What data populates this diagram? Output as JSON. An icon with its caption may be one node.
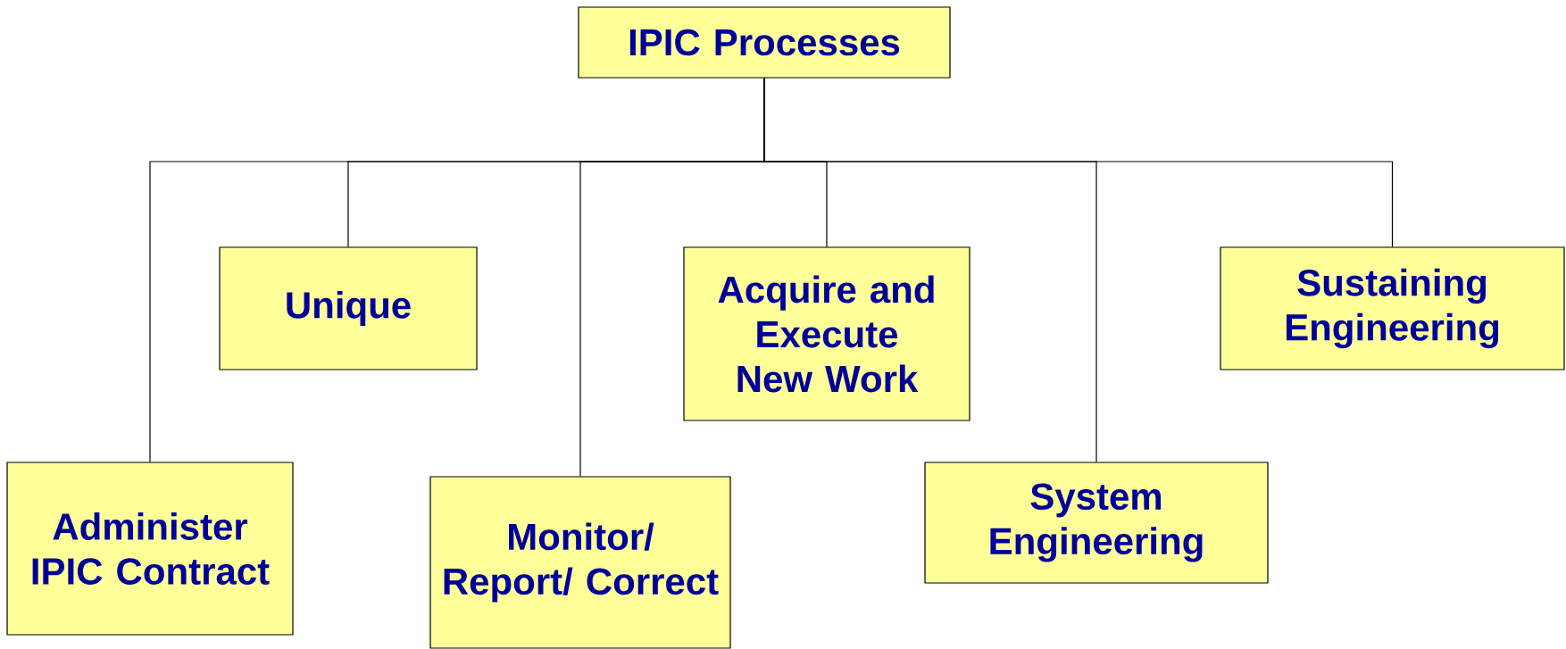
{
  "diagram": {
    "nodes": [
      {
        "text": [
          "IPIC Processes"
        ]
      },
      {
        "text": [
          "Administer IPIC Contract"
        ]
      },
      {
        "text": [
          "Unique"
        ]
      },
      {
        "text": [
          "Monitor/ Report/ Correct"
        ]
      },
      {
        "text": [
          "Acquire and Execute New Work"
        ]
      },
      {
        "text": [
          "System Engineering"
        ]
      },
      {
        "text": [
          "Sustaining Engineering"
        ]
      }
    ],
    "edges": [
      {
        "from": 0,
        "to": 1,
        "arrow": "none"
      },
      {
        "from": 0,
        "to": 2,
        "arrow": "none"
      },
      {
        "from": 0,
        "to": 3,
        "arrow": "none"
      },
      {
        "from": 0,
        "to": 4,
        "arrow": "none"
      },
      {
        "from": 0,
        "to": 5,
        "arrow": "none"
      },
      {
        "from": 0,
        "to": 6,
        "arrow": "none"
      }
    ]
  }
}
